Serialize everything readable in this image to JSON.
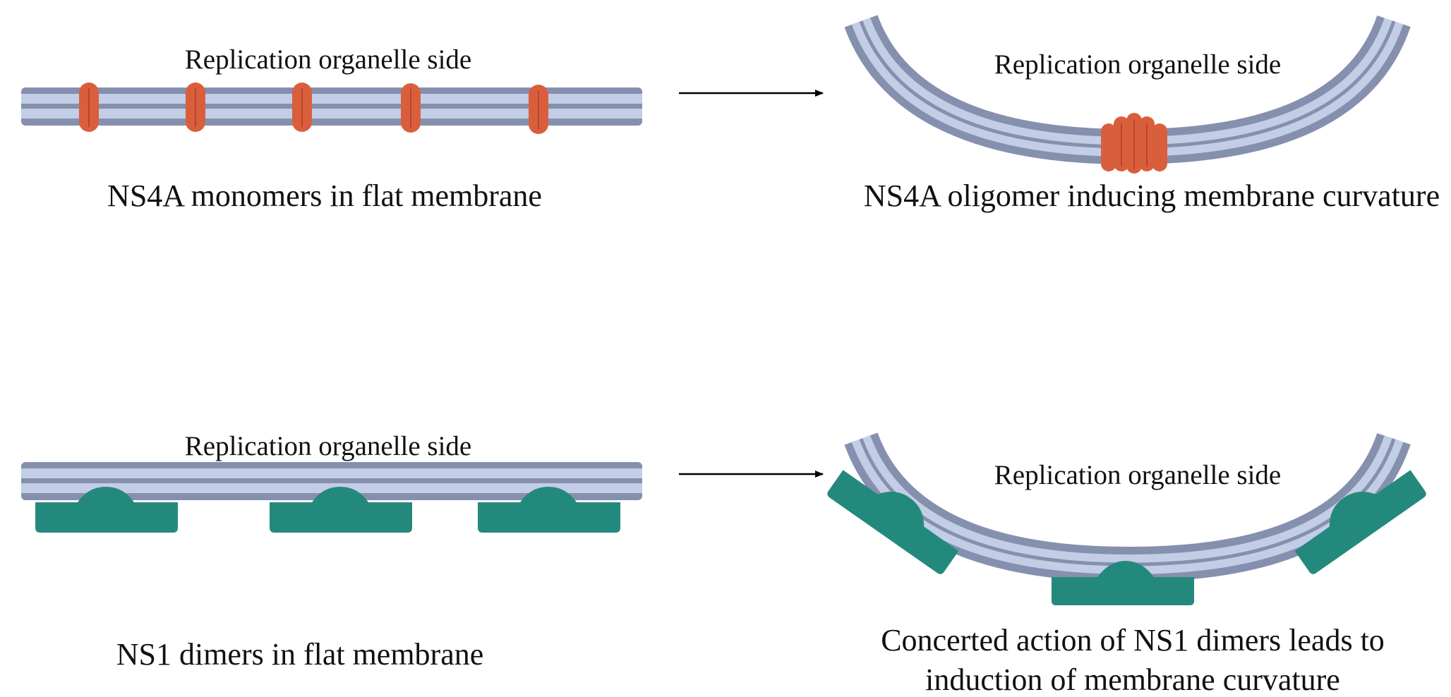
{
  "colors": {
    "membrane_outer": "#8590ae",
    "membrane_inner": "#c3cde6",
    "ns4a": "#d95f3c",
    "ns4a_dark": "#b7452a",
    "ns1": "#24897d",
    "ns1_dark": "#1b6f66",
    "arrow": "#000000",
    "text": "#111111"
  },
  "panels": {
    "top_left": {
      "side_label": "Replication organelle side",
      "caption": "NS4A monomers in flat membrane"
    },
    "top_right": {
      "side_label": "Replication organelle side",
      "caption": "NS4A oligomer inducing membrane curvature"
    },
    "bottom_left": {
      "side_label": "Replication organelle side",
      "caption": "NS1 dimers in flat membrane"
    },
    "bottom_right": {
      "side_label": "Replication organelle side",
      "caption_line1": "Concerted action of NS1 dimers leads to",
      "caption_line2": "induction of membrane curvature"
    }
  }
}
